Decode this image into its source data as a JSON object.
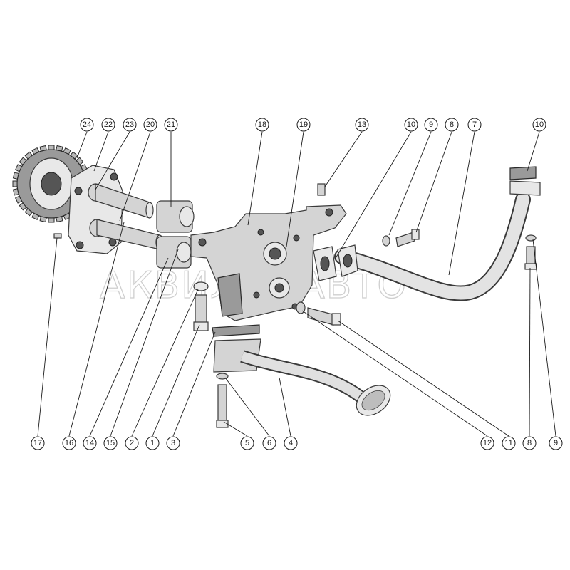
{
  "watermark": "АКВИЛОНАВТО",
  "callouts_top": [
    "24",
    "22",
    "23",
    "20",
    "21",
    "18",
    "19",
    "13",
    "10",
    "9",
    "8",
    "7",
    "10"
  ],
  "callouts_bottom": [
    "17",
    "16",
    "14",
    "15",
    "2",
    "1",
    "3",
    "5",
    "6",
    "4",
    "12",
    "11",
    "8",
    "9"
  ],
  "colors": {
    "line": "#1a1a1a",
    "part_fill": "#d4d4d4",
    "watermark": "#cfcfcf"
  }
}
